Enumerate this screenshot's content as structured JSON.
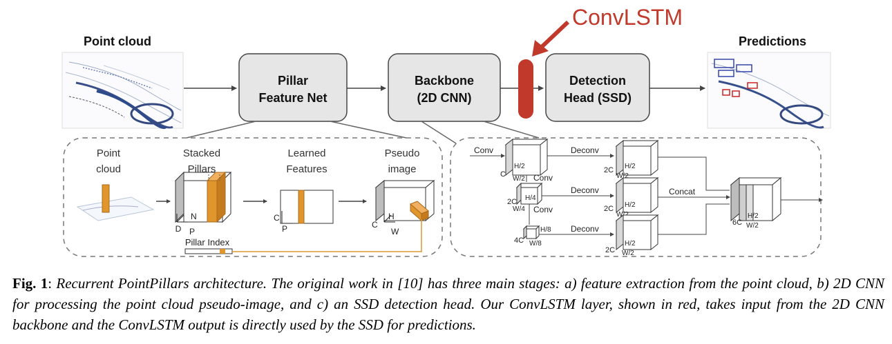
{
  "header": {
    "point_cloud": "Point cloud",
    "predictions": "Predictions",
    "convlstm": "ConvLSTM"
  },
  "blocks": {
    "pfn_line1": "Pillar",
    "pfn_line2": "Feature Net",
    "backbone_line1": "Backbone",
    "backbone_line2": "(2D CNN)",
    "det_line1": "Detection",
    "det_line2": "Head (SSD)"
  },
  "pfn_detail": {
    "point_cloud_1": "Point",
    "point_cloud_2": "cloud",
    "stacked_1": "Stacked",
    "stacked_2": "Pillars",
    "learned_1": "Learned",
    "learned_2": "Features",
    "pseudo_1": "Pseudo",
    "pseudo_2": "image",
    "pillar_index": "Pillar Index",
    "d": "D",
    "n": "N",
    "p": "P",
    "c": "C",
    "h": "H",
    "w": "W"
  },
  "backbone_detail": {
    "conv": "Conv",
    "deconv": "Deconv",
    "concat": "Concat",
    "c": "C",
    "two_c": "2C",
    "four_c": "4C",
    "six_c": "6C",
    "h2": "H/2",
    "w2": "W/2",
    "h4": "H/4",
    "w4": "W/4",
    "h8": "H/8",
    "w8": "W/8"
  },
  "caption": {
    "label": "Fig. 1",
    "colon": ":",
    "text": "Recurrent PointPillars architecture. The original work in [10] has three main stages: a) feature extraction from the point cloud, b) 2D CNN for processing the point cloud pseudo-image, and c) an SSD detection head. Our ConvLSTM layer, shown in red, takes input from the 2D CNN backbone and the ConvLSTM output is directly used by the SSD for predictions."
  },
  "colors": {
    "convlstm_red": "#c0392b",
    "pillar_orange": "#e0952d",
    "block_fill": "#e6e6e6"
  }
}
